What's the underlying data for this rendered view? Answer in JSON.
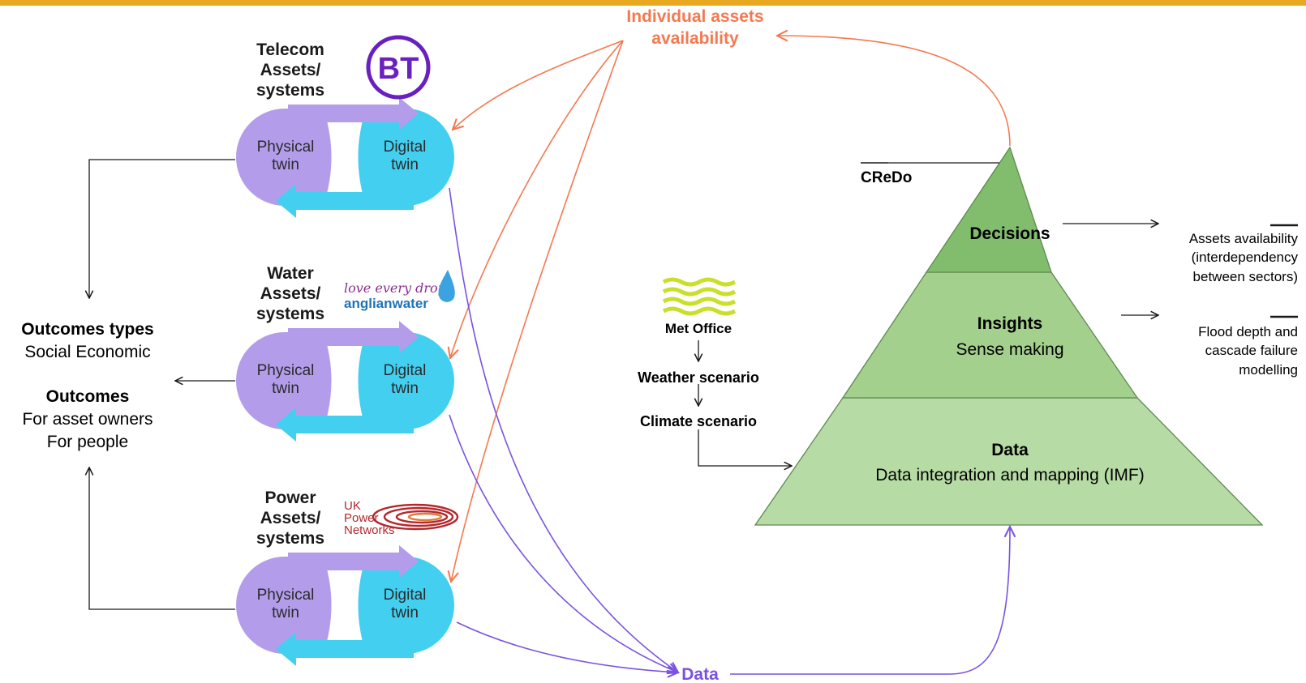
{
  "colors": {
    "top_bar": "#E8A820",
    "physical_twin": "#B39DEB",
    "digital_twin": "#42CFF0",
    "orange_arrow": "#F47950",
    "purple_arrow": "#7B52E0",
    "pyramid_top": "#82BD6E",
    "pyramid_middle": "#A3D08C",
    "pyramid_bottom": "#B7DBA4",
    "pyramid_outline": "#5C8A4F",
    "bt_purple": "#6A1FBF",
    "anglian_purple": "#8A2E8E",
    "anglian_blue": "#1E73B8",
    "ukpn_red": "#B3282D",
    "metoffice_yellow": "#C9DF2B",
    "metoffice_green": "#6B8A1C"
  },
  "header": {
    "individual_assets": [
      "Individual assets",
      "availability"
    ]
  },
  "sectors": [
    {
      "title": [
        "Telecom",
        "Assets/",
        "systems"
      ],
      "logo": {
        "name": "bt-logo",
        "text": "BT"
      },
      "physical": [
        "Physical",
        "twin"
      ],
      "digital": [
        "Digital",
        "twin"
      ]
    },
    {
      "title": [
        "Water",
        "Assets/",
        "systems"
      ],
      "logo": {
        "name": "anglian-water-logo",
        "line1": "love every drop",
        "line2": "anglianwater"
      },
      "physical": [
        "Physical",
        "twin"
      ],
      "digital": [
        "Digital",
        "twin"
      ]
    },
    {
      "title": [
        "Power",
        "Assets/",
        "systems"
      ],
      "logo": {
        "name": "uk-power-networks-logo",
        "line1": "UK",
        "line2": "Power",
        "line3": "Networks"
      },
      "physical": [
        "Physical",
        "twin"
      ],
      "digital": [
        "Digital",
        "twin"
      ]
    }
  ],
  "outcomes": {
    "types_title": "Outcomes types",
    "types_values": "Social Economic",
    "title": "Outcomes",
    "line1": "For asset owners",
    "line2": "For people"
  },
  "met_office": {
    "logo_text": "Met Office",
    "weather": "Weather scenario",
    "climate": "Climate scenario"
  },
  "credo_label": "CReDo",
  "pyramid": {
    "top": {
      "title": "Decisions"
    },
    "middle": {
      "title": "Insights",
      "subtitle": "Sense making"
    },
    "bottom": {
      "title": "Data",
      "subtitle": "Data integration and mapping (IMF)"
    }
  },
  "right_outputs": {
    "decisions_out": [
      "Assets availability",
      "(interdependency",
      "between sectors)"
    ],
    "insights_out": [
      "Flood depth and",
      "cascade failure",
      "modelling"
    ]
  },
  "data_label": "Data"
}
